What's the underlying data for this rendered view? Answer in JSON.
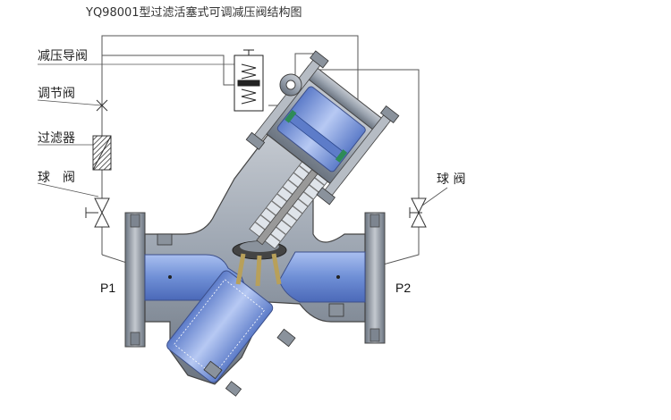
{
  "title": "YQ98001型过滤活塞式可调减压阀结构图",
  "labels": {
    "pilot_valve": "减压导阀",
    "regulating_valve": "调节阀",
    "filter": "过滤器",
    "ball_valve_left": "球　阀",
    "ball_valve_right": "球 阀"
  },
  "ports": {
    "inlet": "P1",
    "outlet": "P2"
  },
  "colors": {
    "line": "#555555",
    "body_fill": "#9aa3af",
    "body_dark": "#6b7480",
    "fluid_blue": "#6f8fd6",
    "fluid_light": "#c9d6f5",
    "spring": "#e8e8e8",
    "seat": "#b8a05a",
    "seal_green": "#2e8b57"
  }
}
